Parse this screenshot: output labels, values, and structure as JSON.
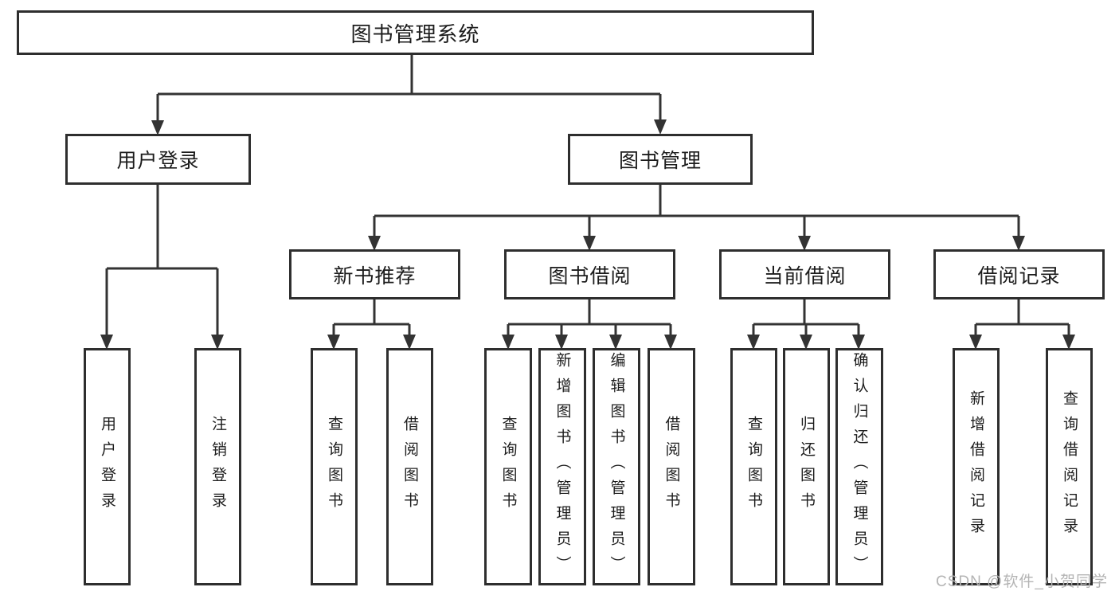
{
  "colors": {
    "line": "#333333",
    "box_border": "#2e2e2e",
    "text": "#1c1c1c",
    "watermark": "#b4b4b4",
    "background": "#ffffff"
  },
  "tree": {
    "root": {
      "label": "图书管理系统"
    },
    "level2": [
      {
        "label": "用户登录",
        "children": [
          {
            "label": "用户登录"
          },
          {
            "label": "注销登录"
          }
        ]
      },
      {
        "label": "图书管理",
        "children": [
          {
            "label": "新书推荐",
            "children": [
              {
                "label": "查询图书"
              },
              {
                "label": "借阅图书"
              }
            ]
          },
          {
            "label": "图书借阅",
            "children": [
              {
                "label": "查询图书"
              },
              {
                "label": "新增图书（管理员）"
              },
              {
                "label": "编辑图书（管理员）"
              },
              {
                "label": "借阅图书"
              }
            ]
          },
          {
            "label": "当前借阅",
            "children": [
              {
                "label": "查询图书"
              },
              {
                "label": "归还图书"
              },
              {
                "label": "确认归还（管理员）"
              }
            ]
          },
          {
            "label": "借阅记录",
            "children": [
              {
                "label": "新增借阅记录"
              },
              {
                "label": "查询借阅记录"
              }
            ]
          }
        ]
      }
    ]
  },
  "watermark": {
    "text": "CSDN @软件_小贺同学"
  }
}
